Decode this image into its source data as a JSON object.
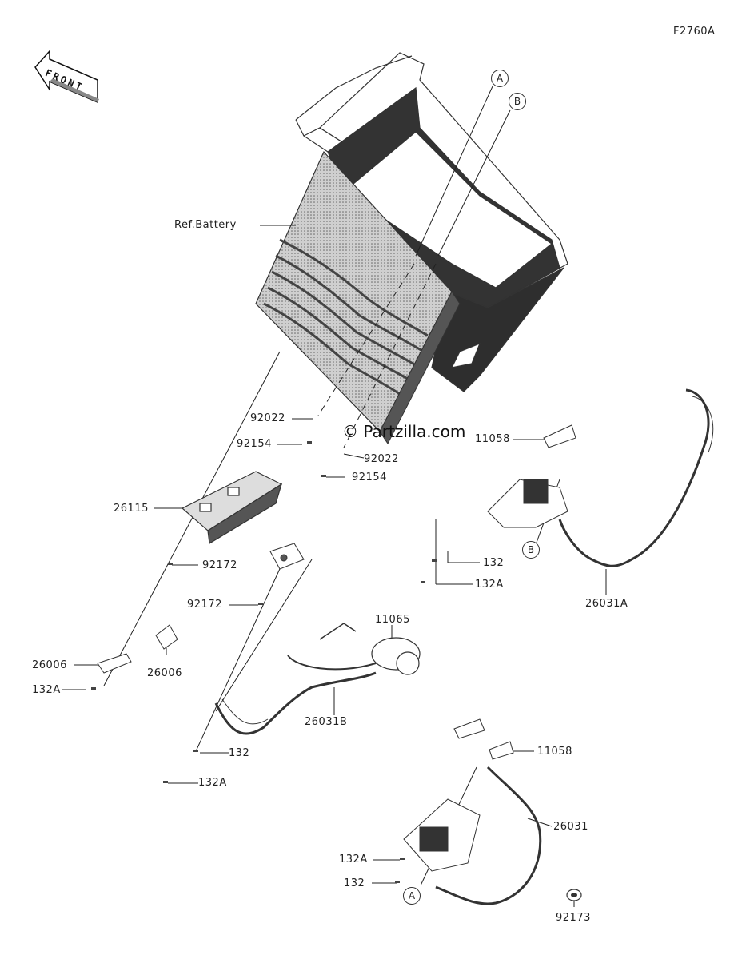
{
  "figure_code": "F2760A",
  "front_label": "FRONT",
  "watermark": "© Partzilla.com",
  "callouts": {
    "a_top": "A",
    "b_top": "B",
    "b_mid": "B",
    "a_bottom": "A"
  },
  "parts": {
    "ref_battery": "Ref.Battery",
    "p92022_a": "92022",
    "p92154_a": "92154",
    "p92022_b": "92022",
    "p92154_b": "92154",
    "p11058_a": "11058",
    "p26115": "26115",
    "p92172_a": "92172",
    "p92172_b": "92172",
    "p132_a": "132",
    "p132A_a": "132A",
    "p26031A": "26031A",
    "p11065": "11065",
    "p26006_a": "26006",
    "p26006_b": "26006",
    "p132A_b": "132A",
    "p26031B": "26031B",
    "p132_b": "132",
    "p132A_c": "132A",
    "p11058_b": "11058",
    "p26031": "26031",
    "p132A_d": "132A",
    "p132_c": "132",
    "p92173": "92173"
  }
}
